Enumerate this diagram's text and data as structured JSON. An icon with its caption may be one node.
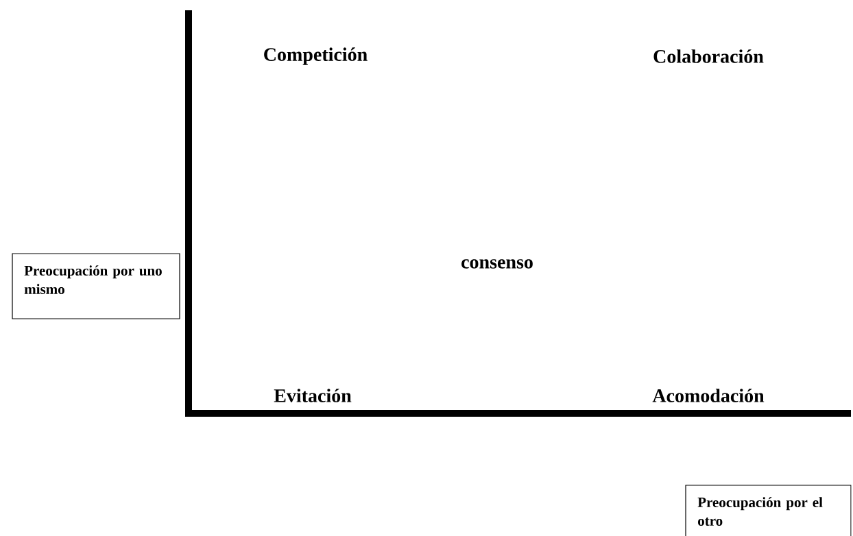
{
  "diagram": {
    "nodes": [
      {
        "text": [
          "Preocupación por uno mismo"
        ]
      },
      {
        "text": [
          "Preocupación por el otro"
        ]
      }
    ],
    "labels": [
      "Competición",
      "Colaboración",
      "consenso",
      "Evitación",
      "Acomodación"
    ]
  }
}
